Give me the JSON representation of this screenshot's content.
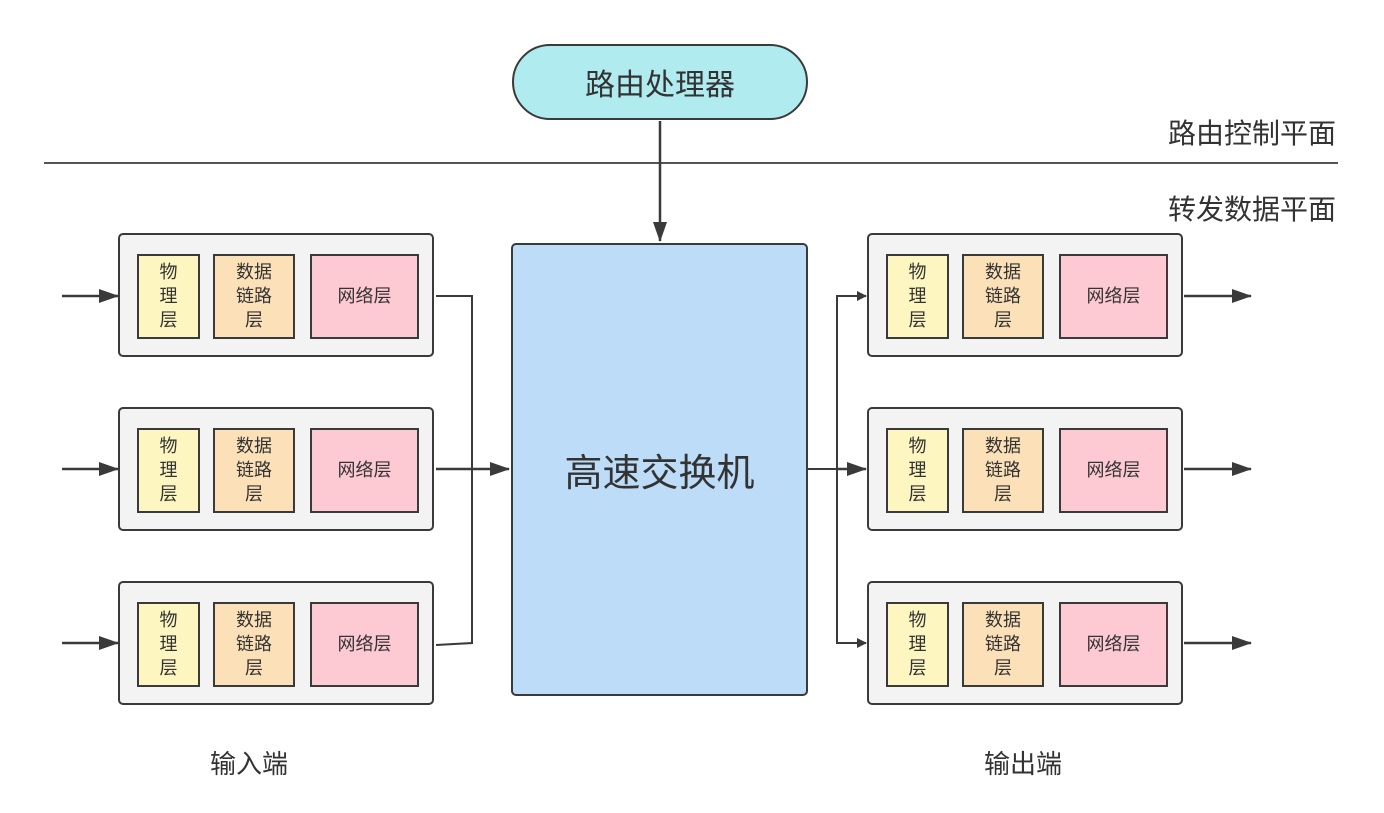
{
  "processor_label": "路由处理器",
  "control_plane_label": "路由控制平面",
  "forwarding_plane_label": "转发数据平面",
  "switch_label": "高速交换机",
  "layers": {
    "physical": [
      "物",
      "理",
      "层"
    ],
    "datalink": [
      "数据",
      "链路",
      "层"
    ],
    "network": "网络层"
  },
  "input_label": "输入端",
  "output_label": "输出端"
}
